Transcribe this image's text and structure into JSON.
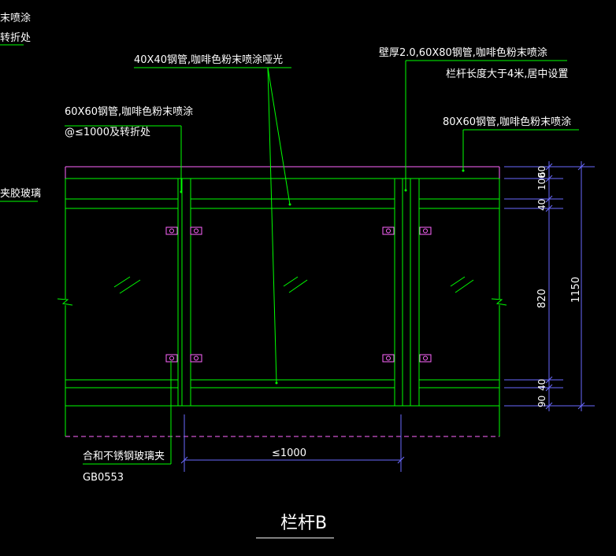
{
  "drawing": {
    "title": "栏杆B",
    "annotations": {
      "top_left_line1": "末喷涂",
      "top_left_line2": "转折处",
      "left_glass": "夹胶玻璃",
      "tube_40x40": "40X40钢管,咖啡色粉末喷涂哑光",
      "post_60x60_line1": "60X60钢管,咖啡色粉末喷涂",
      "post_60x60_line2": "@≤1000及转折处",
      "wall_thickness_line1": "壁厚2.0,60X80钢管,咖啡色粉末喷涂",
      "wall_thickness_line2": "栏杆长度大于4米,居中设置",
      "handrail_80x60": "80X60钢管,咖啡色粉末喷涂",
      "clamp_line1": "合和不锈钢玻璃夹",
      "clamp_line2": "GB0553"
    },
    "dimensions": {
      "spacing": "≤1000",
      "total_height": "1150",
      "d_100": "100",
      "d_60": "60",
      "d_40_top": "40",
      "d_820": "820",
      "d_40_bottom": "40",
      "d_90": "90"
    },
    "colors": {
      "background": "#000000",
      "structure": "#00ff00",
      "handrail": "#ff66ff",
      "dimension": "#6a6aff",
      "text": "#ffffff"
    }
  }
}
